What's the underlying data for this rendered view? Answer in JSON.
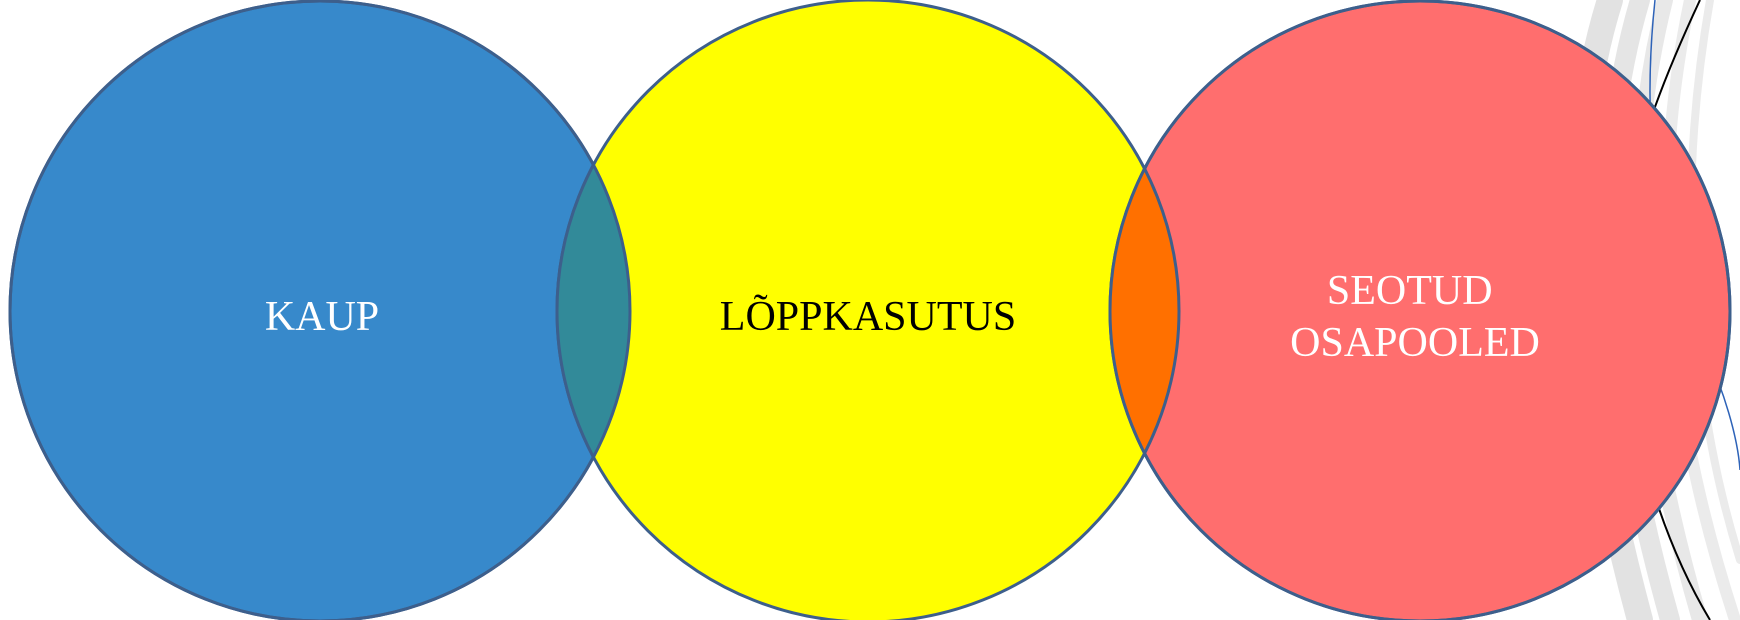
{
  "diagram": {
    "type": "venn-chain",
    "circles": [
      {
        "id": "kaup",
        "label_lines": [
          "KAUP"
        ],
        "fill": "#3789CB",
        "text_color": "#FFFFFF"
      },
      {
        "id": "loppkasutus",
        "label_lines": [
          "LÕPPKASUTUS"
        ],
        "fill": "#FFFF00",
        "text_color": "#000000"
      },
      {
        "id": "seotud",
        "label_lines": [
          "SEOTUD",
          "OSAPOOLED"
        ],
        "fill": "#FF6E6E",
        "text_color": "#FFFFFF"
      }
    ],
    "overlaps": [
      {
        "between": [
          "kaup",
          "loppkasutus"
        ],
        "fill": "#328A99"
      },
      {
        "between": [
          "loppkasutus",
          "seotud"
        ],
        "fill": "#FF7000"
      }
    ],
    "outline_color": "#3D5F8C",
    "decoration_colors": {
      "swoosh_gray": "#BEBEBE",
      "swoosh_black": "#000000",
      "swoosh_blue": "#2E63B8"
    }
  }
}
